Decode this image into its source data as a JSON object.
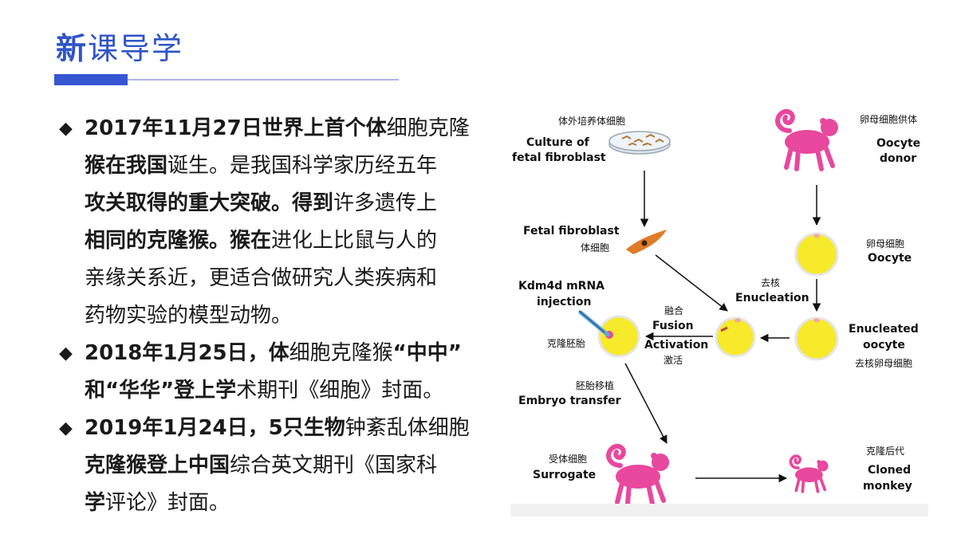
{
  "header": {
    "title_first": "新",
    "title_rest": "课导学"
  },
  "bullets": [
    {
      "lines": [
        [
          {
            "t": "2017年11月27日世界上首个体",
            "b": true
          },
          {
            "t": "细胞克隆",
            "b": false
          }
        ],
        [
          {
            "t": "猴在我国",
            "b": true
          },
          {
            "t": "诞生。是我国科学家历经五年",
            "b": false
          }
        ],
        [
          {
            "t": "攻关取得的重大突破。得到",
            "b": true
          },
          {
            "t": "许多遗传上",
            "b": false
          }
        ],
        [
          {
            "t": "相同的克隆猴。猴在",
            "b": true
          },
          {
            "t": "进化上比鼠与人的",
            "b": false
          }
        ],
        [
          {
            "t": "亲缘关系近，更适合做研究人类疾病和",
            "b": false
          }
        ],
        [
          {
            "t": "药物实验的模型动物。",
            "b": false
          }
        ]
      ]
    },
    {
      "lines": [
        [
          {
            "t": "2018年1月25日，体",
            "b": true
          },
          {
            "t": "细胞克隆猴",
            "b": false
          },
          {
            "t": "“中中”",
            "b": true
          }
        ],
        [
          {
            "t": "和“华华”登上学",
            "b": true
          },
          {
            "t": "术期刊《细胞》封面。",
            "b": false
          }
        ]
      ]
    },
    {
      "lines": [
        [
          {
            "t": "2019年1月24日，5只生物",
            "b": true
          },
          {
            "t": "钟紊乱体细胞",
            "b": false
          }
        ],
        [
          {
            "t": "克隆猴登上中国",
            "b": true
          },
          {
            "t": "综合英文期刊《国家科",
            "b": false
          }
        ],
        [
          {
            "t": "学",
            "b": true
          },
          {
            "t": "评论》封面。",
            "b": false
          }
        ]
      ]
    }
  ],
  "diagram": {
    "culture_zh": "体外培养体细胞",
    "culture_en1": "Culture of",
    "culture_en2": "fetal fibroblast",
    "donor_zh": "卵母细胞供体",
    "donor_en1": "Oocyte",
    "donor_en2": "donor",
    "fibroblast_en": "Fetal fibroblast",
    "fibroblast_zh": "体细胞",
    "oocyte_zh": "卵母细胞",
    "oocyte_en": "Oocyte",
    "enucleation_zh": "去核",
    "enucleation_en": "Enucleation",
    "kdm_en1": "Kdm4d  mRNA",
    "kdm_en2": "injection",
    "embryo_zh": "克隆胚胎",
    "fusion_zh": "融合",
    "fusion_en": "Fusion",
    "activation_en": "Activation",
    "activation_zh": "激活",
    "enucleated_en1": "Enucleated",
    "enucleated_en2": "oocyte",
    "enucleated_zh": "去核卵母细胞",
    "transfer_zh": "胚胎移植",
    "transfer_en": "Embryo transfer",
    "surrogate_zh": "受体细胞",
    "surrogate_en": "Surrogate",
    "cloned_zh": "克隆后代",
    "cloned_en1": "Cloned",
    "cloned_en2": "monkey"
  },
  "colors": {
    "title_blue": "#2f54c9",
    "monkey_pink": "#e8489e",
    "cell_yellow": "#f6ea2a"
  }
}
